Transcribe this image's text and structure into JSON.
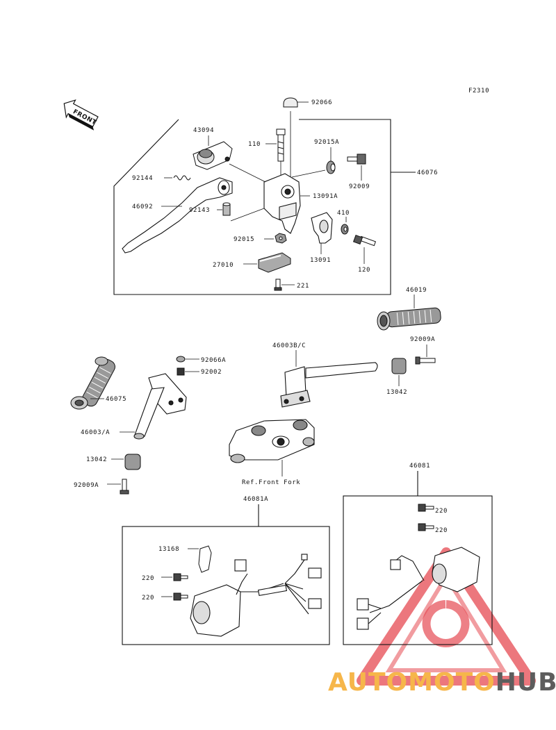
{
  "figure_code": "F2310",
  "front_label": "FRONT",
  "brand": {
    "part1": "AUTO",
    "part2": "MOTO",
    "part3": "HUB"
  },
  "colors": {
    "line": "#111111",
    "watermark_red": "#e64a52",
    "watermark_orange": "#f6b64a",
    "watermark_gray": "#5d5d5d"
  },
  "labels": {
    "p92066": "92066",
    "p43094": "43094",
    "p110": "110",
    "p92015a": "92015A",
    "p92144": "92144",
    "p92009": "92009",
    "p46076": "46076",
    "p13091a": "13091A",
    "p46092": "46092",
    "p92143": "92143",
    "p410": "410",
    "p92015": "92015",
    "p13091": "13091",
    "p120": "120",
    "p27010": "27010",
    "p221": "221",
    "p46019": "46019",
    "p92009a_r": "92009A",
    "p46003bc": "46003B/C",
    "p92066a": "92066A",
    "p92002": "92002",
    "p13042_r": "13042",
    "p46075": "46075",
    "p46003a": "46003/A",
    "p13042_l": "13042",
    "p92009a_l": "92009A",
    "ref_front_fork": "Ref.Front Fork",
    "p46081": "46081",
    "p46081a": "46081A",
    "p13168": "13168",
    "p220_l1": "220",
    "p220_l2": "220",
    "p220_r1": "220",
    "p220_r2": "220"
  }
}
